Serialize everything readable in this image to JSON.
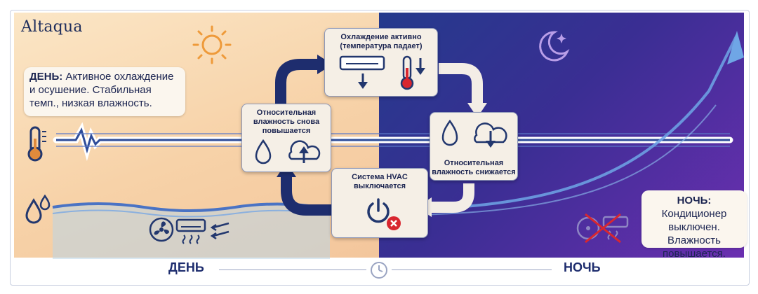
{
  "brand": {
    "logo_text": "Altaqua"
  },
  "day_note": {
    "title": "ДЕНЬ:",
    "text": " Активное охлаждение и осушение. Стабильная темп., низкая влажность."
  },
  "night_note": {
    "title": "НОЧЬ:",
    "text": " Кондиционер выключен. Влажность повышается."
  },
  "cycle": {
    "cooling": {
      "line1": "Охлаждение активно",
      "line2": "(температура падает)"
    },
    "rh_down": {
      "line1": "Относительная",
      "line2": "влажность снижается"
    },
    "hvac_off": {
      "line1": "Система HVAC",
      "line2": "выключается"
    },
    "rh_up": {
      "line1": "Относительная",
      "line2": "влажность снова",
      "line3": "повышается"
    }
  },
  "timeline": {
    "day_label": "ДЕНЬ",
    "night_label": "НОЧЬ"
  },
  "icons": {
    "sun": "sun-icon",
    "moon": "moon-icon",
    "thermometer": "thermometer-icon",
    "humidity": "water-drops-icon",
    "fan": "fan-icon",
    "air_conditioner": "air-conditioner-icon",
    "clock": "clock-icon",
    "power": "power-icon",
    "error": "error-badge-icon"
  },
  "colors": {
    "day_bg": "#f7d2a8",
    "night_bg": "#3a2e93",
    "navy": "#1e2d5c",
    "arrow_dark": "#1e2d6e",
    "arrow_light": "#f3ede6",
    "accent_blue": "#4a6fc9",
    "alert_red": "#d8262f"
  }
}
